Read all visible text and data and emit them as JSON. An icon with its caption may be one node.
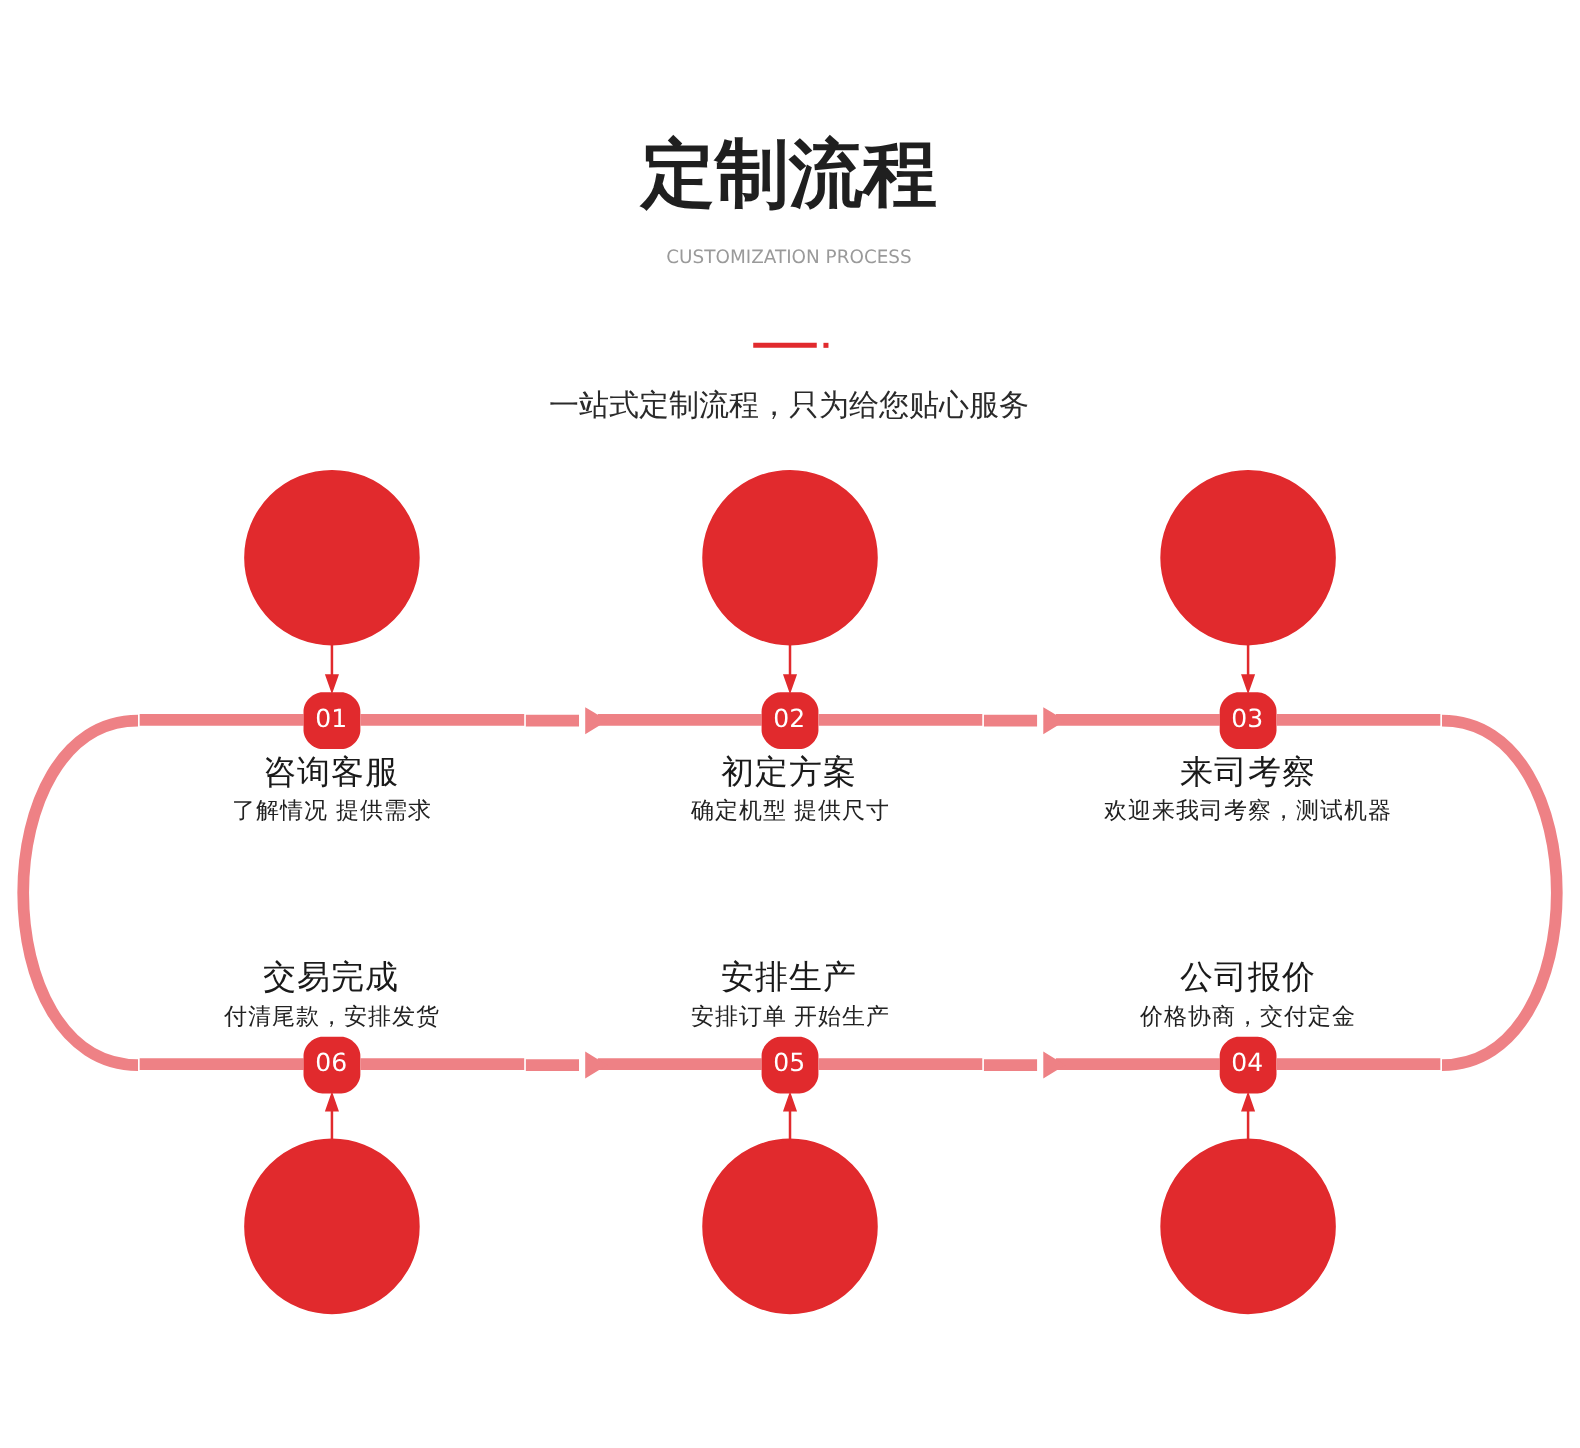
{
  "diagram": {
    "title": "定制流程",
    "nodes": [
      {
        "text": [],
        "shape": "circle"
      },
      {
        "text": [],
        "shape": "circle"
      },
      {
        "text": [],
        "shape": "circle"
      },
      {
        "text": [
          "01",
          "咨询客服",
          "了解情况 提供需求"
        ]
      },
      {
        "text": [
          "02",
          "初定方案",
          "确定机型 提供尺寸"
        ]
      },
      {
        "text": [
          "03",
          "来司考察",
          "欢迎来我司考察，测试机器"
        ]
      },
      {
        "text": [
          "交易完成",
          "付清尾款，安排发货",
          "06"
        ]
      },
      {
        "text": [
          "安排生产",
          "安排订单 开始生产",
          "05"
        ]
      },
      {
        "text": [
          "公司报价",
          "价格协商，交付定金",
          "04"
        ]
      },
      {
        "text": [],
        "shape": "circle"
      },
      {
        "text": [],
        "shape": "circle"
      },
      {
        "text": [],
        "shape": "circle"
      }
    ],
    "edges": [
      {
        "from": 0,
        "to": 3,
        "arrow": "to"
      },
      {
        "from": 1,
        "to": 4,
        "arrow": "to"
      },
      {
        "from": 2,
        "to": 5,
        "arrow": "to"
      },
      {
        "from": 3,
        "to": 4,
        "arrow": "to",
        "style": "thick",
        "color": "#ee8185"
      },
      {
        "from": 4,
        "to": 5,
        "arrow": "to",
        "style": "thick",
        "color": "#ee8185"
      },
      {
        "from": 5,
        "to": 8,
        "arrow": "none",
        "style": "thick",
        "color": "#ee8185"
      },
      {
        "from": 3,
        "to": 6,
        "arrow": "none",
        "style": "thick",
        "color": "#ee8185"
      },
      {
        "from": 6,
        "to": 7,
        "arrow": "to",
        "style": "thick",
        "color": "#ee8185"
      },
      {
        "from": 7,
        "to": 8,
        "arrow": "to",
        "style": "thick",
        "color": "#ee8185"
      },
      {
        "from": 9,
        "to": 6,
        "arrow": "to"
      },
      {
        "from": 10,
        "to": 7,
        "arrow": "to"
      },
      {
        "from": 11,
        "to": 8,
        "arrow": "to"
      }
    ],
    "labels": [
      "CUSTOMIZATION PROCESS",
      "一站式定制流程，只为给您贴心服务"
    ]
  }
}
